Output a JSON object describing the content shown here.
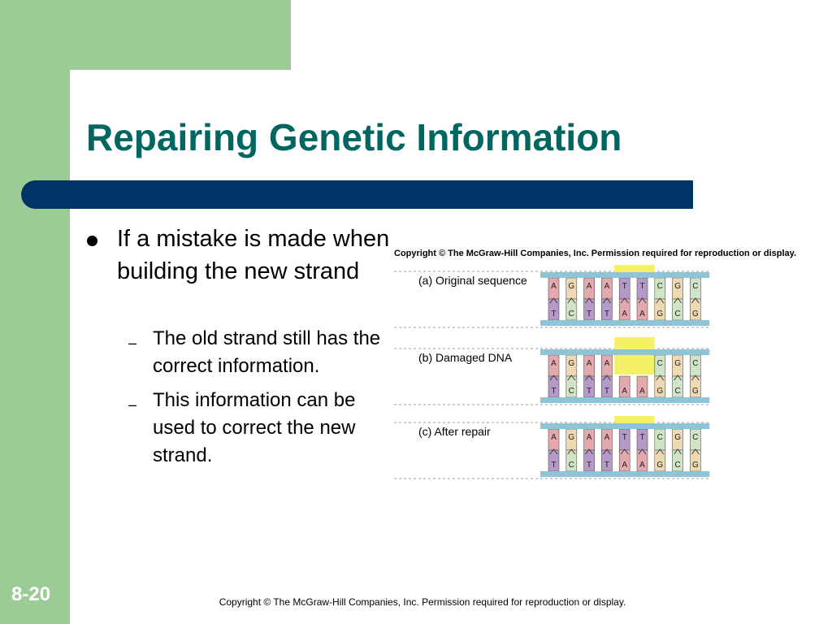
{
  "slide": {
    "title": "Repairing Genetic Information",
    "number": "8-20",
    "footer": "Copyright © The McGraw-Hill Companies, Inc. Permission required for reproduction or display."
  },
  "bullets": {
    "main": "If a mistake is made when building the new strand",
    "sub": [
      "The old strand still has the correct information.",
      "This information can be used to correct the new strand."
    ]
  },
  "figure": {
    "copyright": "Copyright © The McGraw-Hill Companies, Inc. Permission required for reproduction or display.",
    "panels": [
      {
        "label": "(a) Original sequence",
        "top": [
          "A",
          "G",
          "A",
          "A",
          "T",
          "T",
          "C",
          "G",
          "C"
        ],
        "bottom": [
          "T",
          "C",
          "T",
          "T",
          "A",
          "A",
          "G",
          "C",
          "G"
        ]
      },
      {
        "label": "(b) Damaged DNA",
        "top": [
          "A",
          "G",
          "A",
          "A",
          "",
          "",
          "C",
          "G",
          "C"
        ],
        "bottom": [
          "T",
          "C",
          "T",
          "T",
          "A",
          "A",
          "G",
          "C",
          "G"
        ]
      },
      {
        "label": "(c) After repair",
        "top": [
          "A",
          "G",
          "A",
          "A",
          "T",
          "T",
          "C",
          "G",
          "C"
        ],
        "bottom": [
          "T",
          "C",
          "T",
          "T",
          "A",
          "A",
          "G",
          "C",
          "G"
        ]
      }
    ],
    "colors": {
      "A": "#e3a9ad",
      "T": "#b59ac9",
      "G": "#efd9b2",
      "C": "#cfe5c6",
      "backbone": "#8fc4d6",
      "highlight": "#f4f067"
    }
  }
}
